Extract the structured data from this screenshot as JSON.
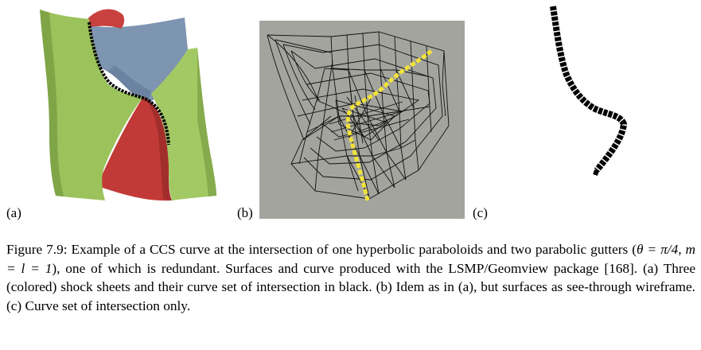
{
  "figure": {
    "panels": [
      {
        "id": "a",
        "label": "(a)"
      },
      {
        "id": "b",
        "label": "(b)"
      },
      {
        "id": "c",
        "label": "(c)"
      }
    ],
    "colors": {
      "green_sheet": "#9bc25b",
      "red_sheet": "#c8413e",
      "blue_sheet": "#7e95b2",
      "wireframe_bg": "#a3a49e",
      "wireframe_line": "#111111",
      "curve_highlight": "#f1e23a",
      "curve_black": "#000000"
    }
  },
  "caption": {
    "p1": "Figure 7.9: Example of a CCS curve at the intersection of one hyperbolic paraboloids and two parabolic gutters (",
    "theta": "θ = π/4, m = l = 1",
    "p2": "), one of which is redundant. Surfaces and curve produced with the LSMP/Geomview package [168]. (a) Three (colored) shock sheets and their curve set of intersection in black. (b) Idem as in (a), but surfaces as see-through wireframe. (c) Curve set of intersection only."
  }
}
